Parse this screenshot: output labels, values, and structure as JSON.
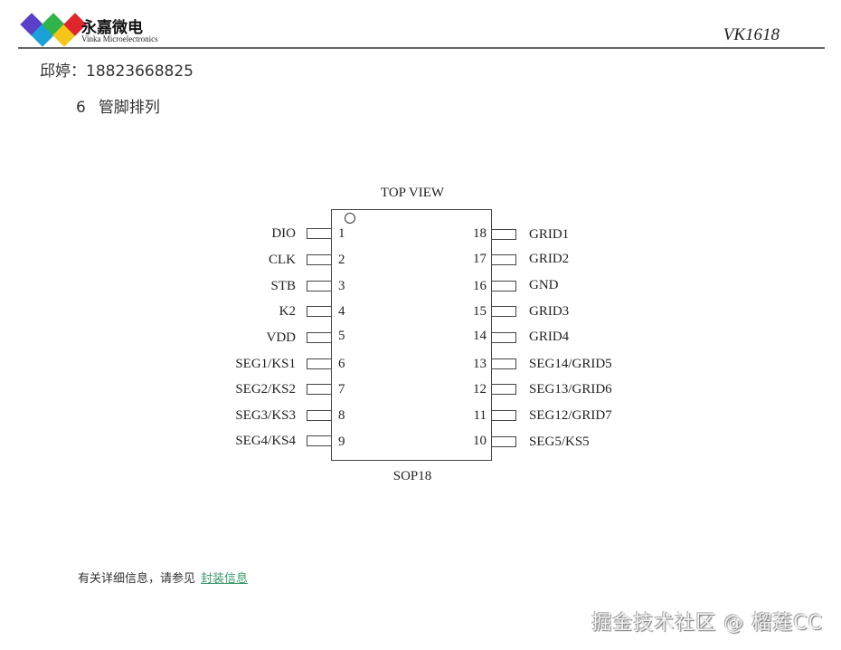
{
  "header": {
    "logo": {
      "cn": "永嘉微电",
      "en": "Vinka Microelectronics",
      "colors": [
        "#5a3fc8",
        "#1aa0d8",
        "#2fb34a",
        "#f5c518",
        "#e0262c"
      ]
    },
    "doc_title": "VK1618"
  },
  "contact": "邱婷：18823668825",
  "section": {
    "number": "6",
    "title": "管脚排列"
  },
  "diagram": {
    "top_label": "TOP VIEW",
    "package": "SOP18",
    "left_pins": [
      {
        "num": "1",
        "name": "DIO"
      },
      {
        "num": "2",
        "name": "CLK"
      },
      {
        "num": "3",
        "name": "STB"
      },
      {
        "num": "4",
        "name": "K2"
      },
      {
        "num": "5",
        "name": "VDD"
      },
      {
        "num": "6",
        "name": "SEG1/KS1"
      },
      {
        "num": "7",
        "name": "SEG2/KS2"
      },
      {
        "num": "8",
        "name": "SEG3/KS3"
      },
      {
        "num": "9",
        "name": "SEG4/KS4"
      }
    ],
    "right_pins": [
      {
        "num": "18",
        "name": "GRID1"
      },
      {
        "num": "17",
        "name": "GRID2"
      },
      {
        "num": "16",
        "name": "GND"
      },
      {
        "num": "15",
        "name": "GRID3"
      },
      {
        "num": "14",
        "name": "GRID4"
      },
      {
        "num": "13",
        "name": "SEG14/GRID5"
      },
      {
        "num": "12",
        "name": "SEG13/GRID6"
      },
      {
        "num": "11",
        "name": "SEG12/GRID7"
      },
      {
        "num": "10",
        "name": "SEG5/KS5"
      }
    ]
  },
  "footer": {
    "text": "有关详细信息，请参见",
    "link": "封装信息",
    "link_color": "#3a9a6a"
  },
  "watermark": "掘金技术社区 @ 榴莲CC"
}
